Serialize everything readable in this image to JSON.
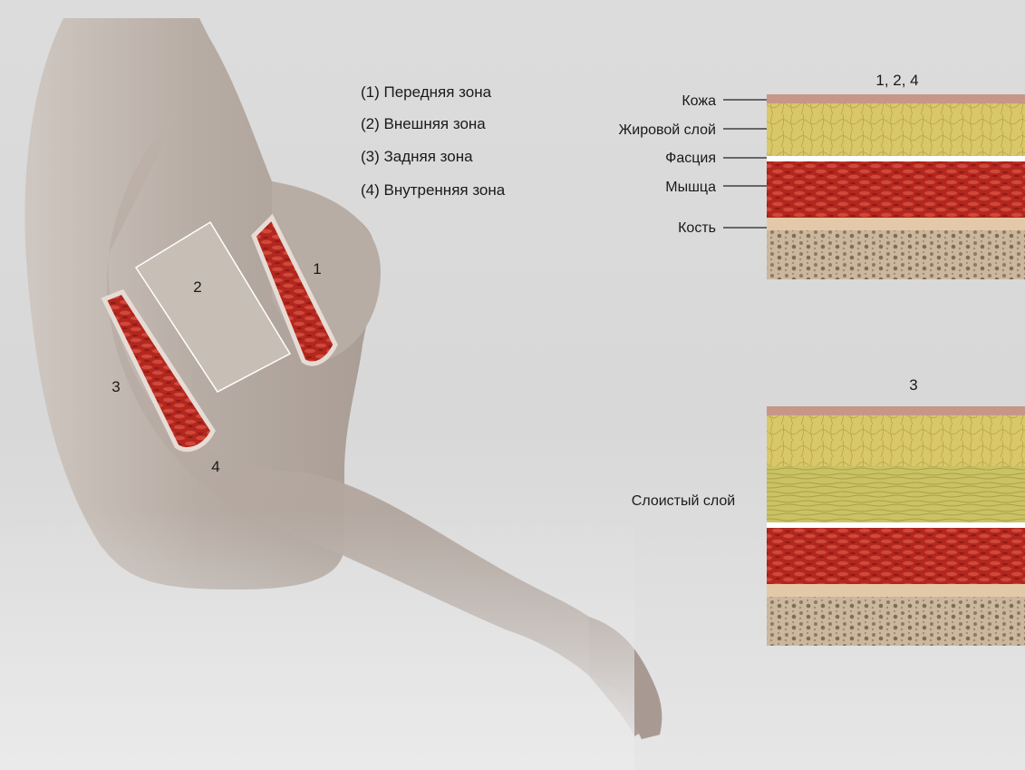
{
  "legend": {
    "items": [
      "(1) Передняя зона",
      "(2) Внешняя зона",
      "(3) Задняя зона",
      "(4) Внутренняя зона"
    ]
  },
  "zones": {
    "z1": "1",
    "z2": "2",
    "z3": "3",
    "z4": "4"
  },
  "panel_top": {
    "title": "1, 2, 4",
    "labels": {
      "skin": "Кожа",
      "fat": "Жировой слой",
      "fascia": "Фасция",
      "muscle": "Мышца",
      "bone": "Кость"
    }
  },
  "panel_bottom": {
    "title": "3",
    "labels": {
      "layered": "Слоистый слой"
    }
  },
  "colors": {
    "background": "#dcdcdc",
    "skin_body": "#b9aea6",
    "skin_layer": "#c79688",
    "fat": "#d8c865",
    "layered_fat": "#c9c060",
    "muscle": "#b62a22",
    "bone": "#c8b49a",
    "fascia": "#ffffff"
  }
}
